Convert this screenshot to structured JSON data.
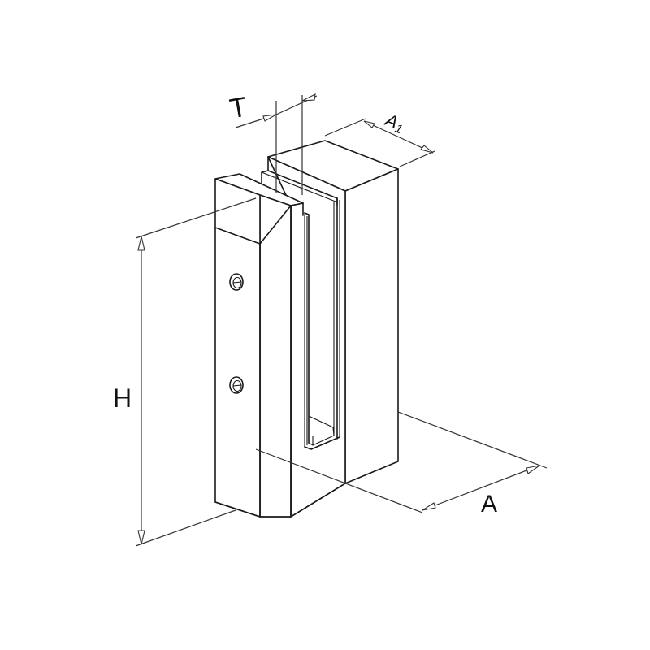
{
  "drawing": {
    "subject": "glass clamp spigot isometric technical drawing",
    "line_color": "#1a1a1a",
    "background": "#ffffff"
  },
  "dimensions": {
    "T": {
      "label": "T",
      "meaning": "glass thickness slot"
    },
    "A1": {
      "label": "A",
      "subscript": "1"
    },
    "H": {
      "label": "H"
    },
    "A": {
      "label": "A"
    }
  },
  "features": {
    "bolt_holes": 2
  }
}
